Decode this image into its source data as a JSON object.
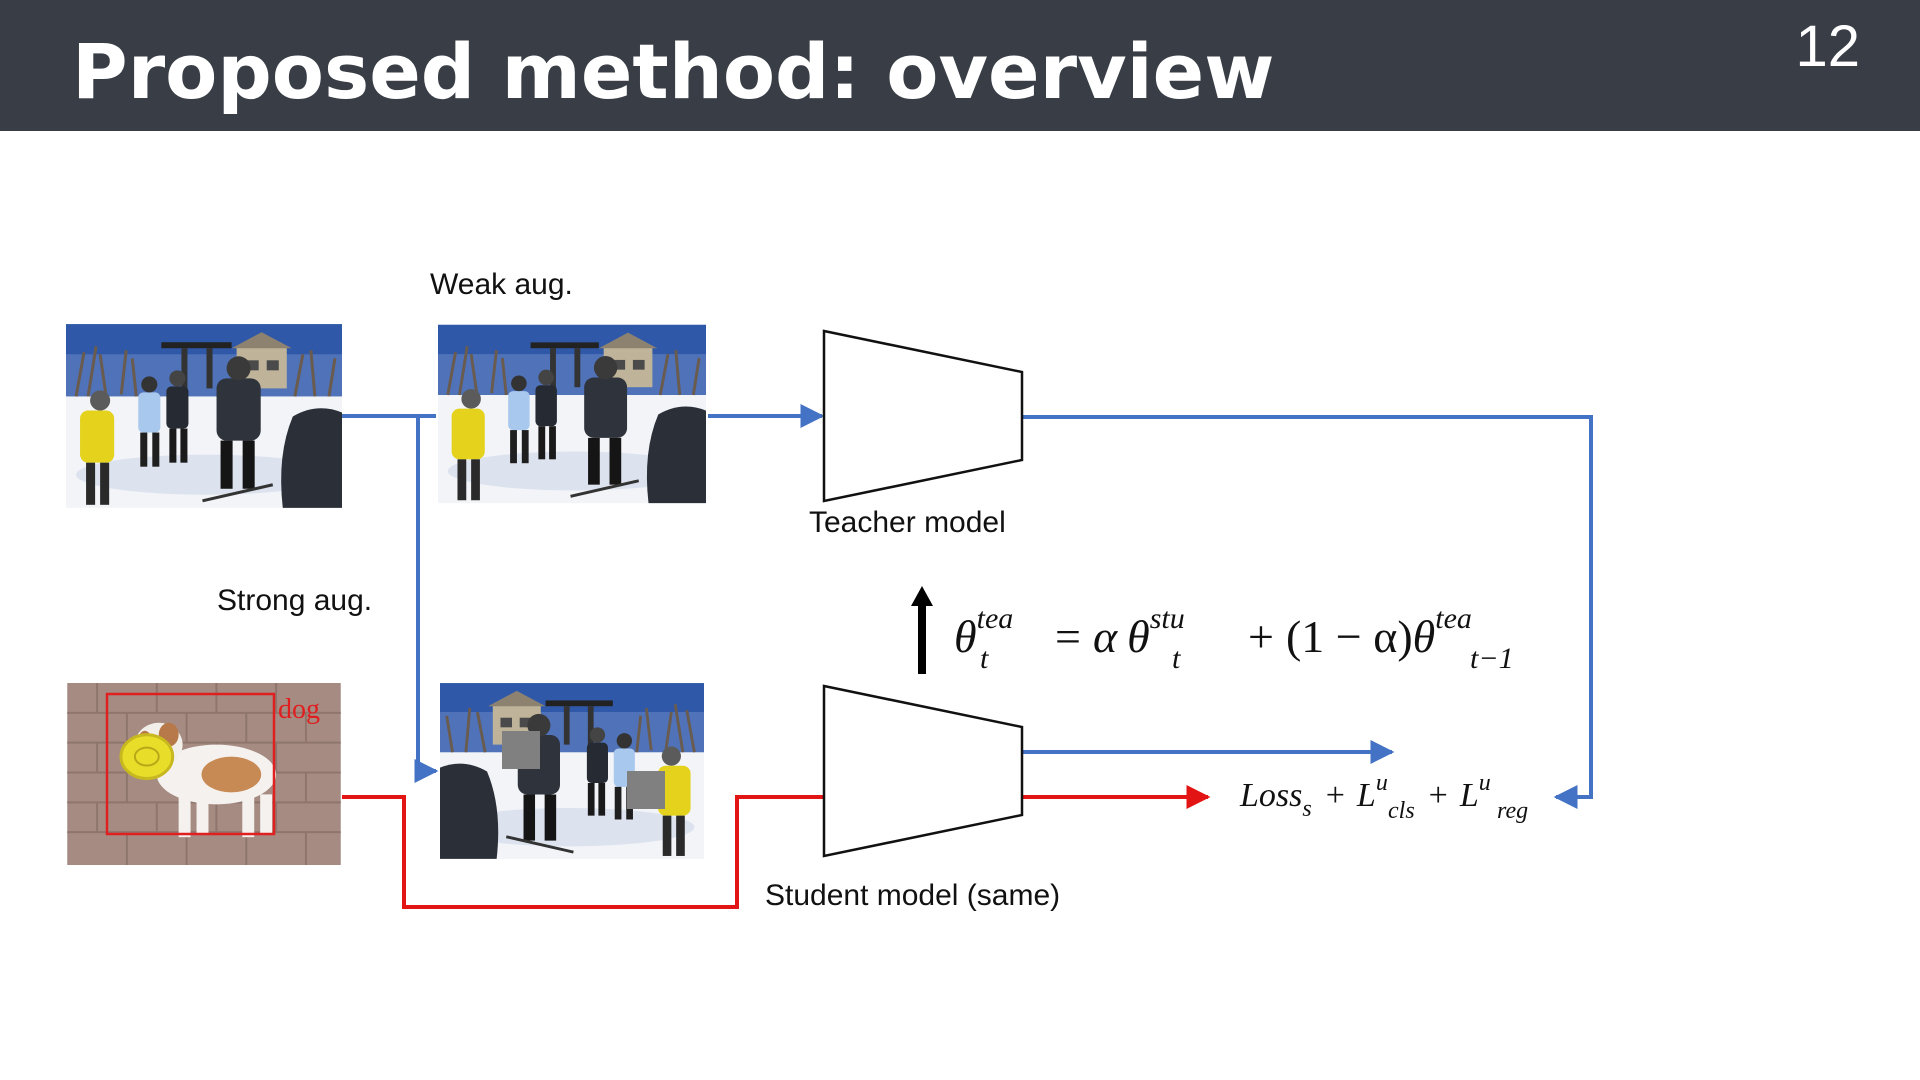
{
  "slide": {
    "title": "Proposed method: overview",
    "page_number": "12"
  },
  "labels": {
    "weak_aug": "Weak aug.",
    "strong_aug": "Strong aug.",
    "teacher_model": "Teacher model",
    "student_model": "Student model (same)"
  },
  "images": {
    "input_unlabeled": "ski-scene-photo",
    "weak_augmented": "ski-scene-photo",
    "strong_augmented": "ski-scene-photo-flipped-cutout",
    "input_labeled": "dog-frisbee-photo",
    "dog_box_label": "dog"
  },
  "equation": {
    "lhs": "θ",
    "lhs_sup": "tea",
    "lhs_sub": "t",
    "eq": "=",
    "alpha": "α",
    "theta": "θ",
    "stu_sup": "stu",
    "stu_sub": "t",
    "plus": "+",
    "paren": "(1 − α)",
    "tea_sup": "tea",
    "prev_sub": "t−1"
  },
  "loss": {
    "loss": "Loss",
    "loss_sub": "s",
    "plus": "+",
    "L": "L",
    "u": "u",
    "cls": "cls",
    "reg": "reg"
  },
  "colors": {
    "header": "#393e46",
    "unlabeled_flow": "#4472c4",
    "labeled_flow": "#e31414",
    "ema_arrow": "#000000"
  }
}
